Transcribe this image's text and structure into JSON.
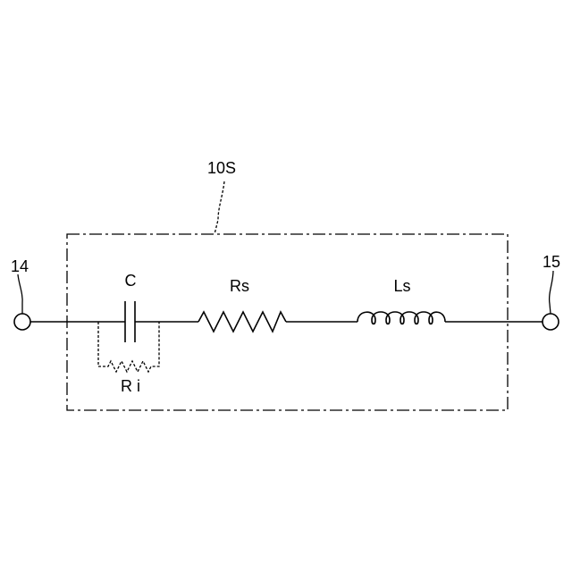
{
  "module_label": "10S",
  "terminal_left": "14",
  "terminal_right": "15",
  "capacitor_label": "C",
  "series_resistor_label": "Rs",
  "inductor_label": "Ls",
  "internal_resistor_label": "R i"
}
